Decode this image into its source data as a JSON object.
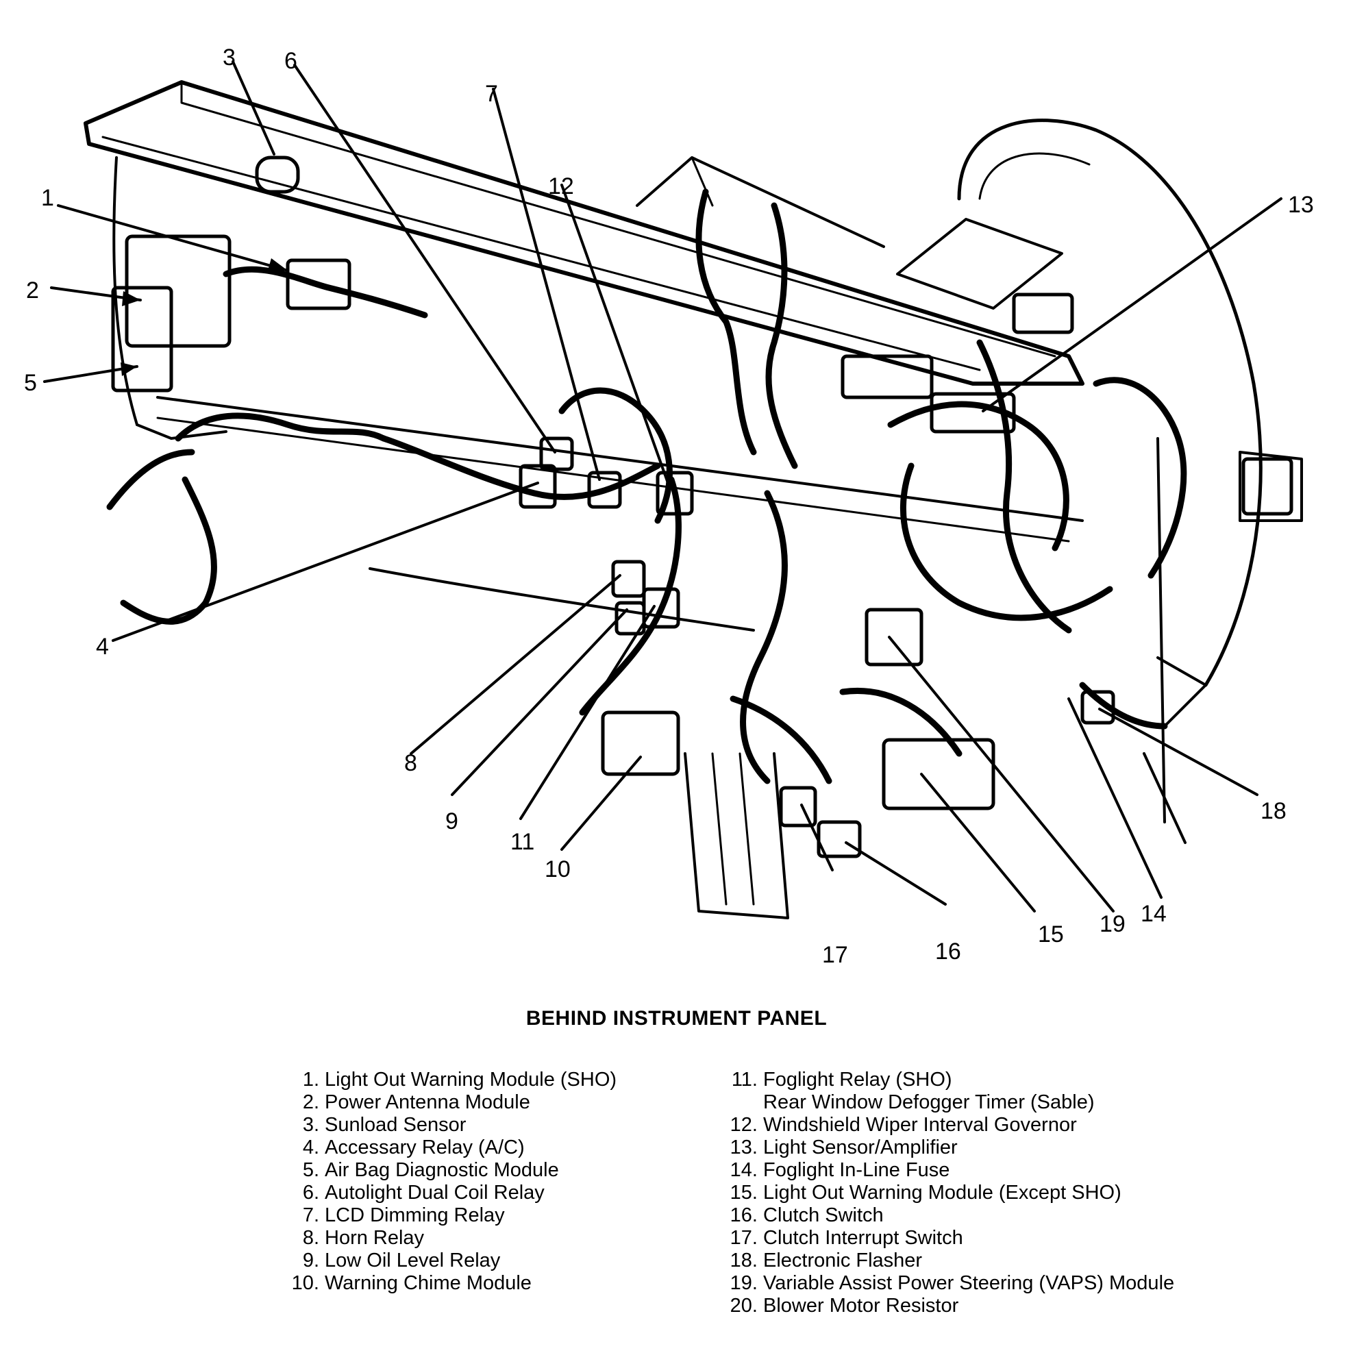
{
  "diagram": {
    "title": "BEHIND INSTRUMENT PANEL",
    "callouts": [
      "1",
      "2",
      "3",
      "4",
      "5",
      "6",
      "7",
      "8",
      "9",
      "10",
      "11",
      "12",
      "13",
      "14",
      "15",
      "16",
      "17",
      "18",
      "19"
    ]
  },
  "legend": {
    "left": [
      {
        "num": "1.",
        "text": "Light Out Warning Module (SHO)"
      },
      {
        "num": "2.",
        "text": "Power Antenna Module"
      },
      {
        "num": "3.",
        "text": "Sunload Sensor"
      },
      {
        "num": "4.",
        "text": "Accessary Relay (A/C)"
      },
      {
        "num": "5.",
        "text": "Air Bag Diagnostic Module"
      },
      {
        "num": "6.",
        "text": "Autolight Dual Coil Relay"
      },
      {
        "num": "7.",
        "text": "LCD Dimming Relay"
      },
      {
        "num": "8.",
        "text": "Horn Relay"
      },
      {
        "num": "9.",
        "text": "Low Oil Level Relay"
      },
      {
        "num": "10.",
        "text": "Warning Chime Module"
      }
    ],
    "right": [
      {
        "num": "11.",
        "text": "Foglight Relay (SHO)",
        "sub": "Rear Window Defogger Timer (Sable)"
      },
      {
        "num": "12.",
        "text": "Windshield Wiper Interval Governor"
      },
      {
        "num": "13.",
        "text": "Light Sensor/Amplifier"
      },
      {
        "num": "14.",
        "text": "Foglight In-Line Fuse"
      },
      {
        "num": "15.",
        "text": "Light Out Warning Module (Except SHO)"
      },
      {
        "num": "16.",
        "text": "Clutch Switch"
      },
      {
        "num": "17.",
        "text": "Clutch Interrupt Switch"
      },
      {
        "num": "18.",
        "text": "Electronic Flasher"
      },
      {
        "num": "19.",
        "text": "Variable Assist Power Steering (VAPS) Module"
      },
      {
        "num": "20.",
        "text": "Blower Motor Resistor"
      }
    ]
  }
}
